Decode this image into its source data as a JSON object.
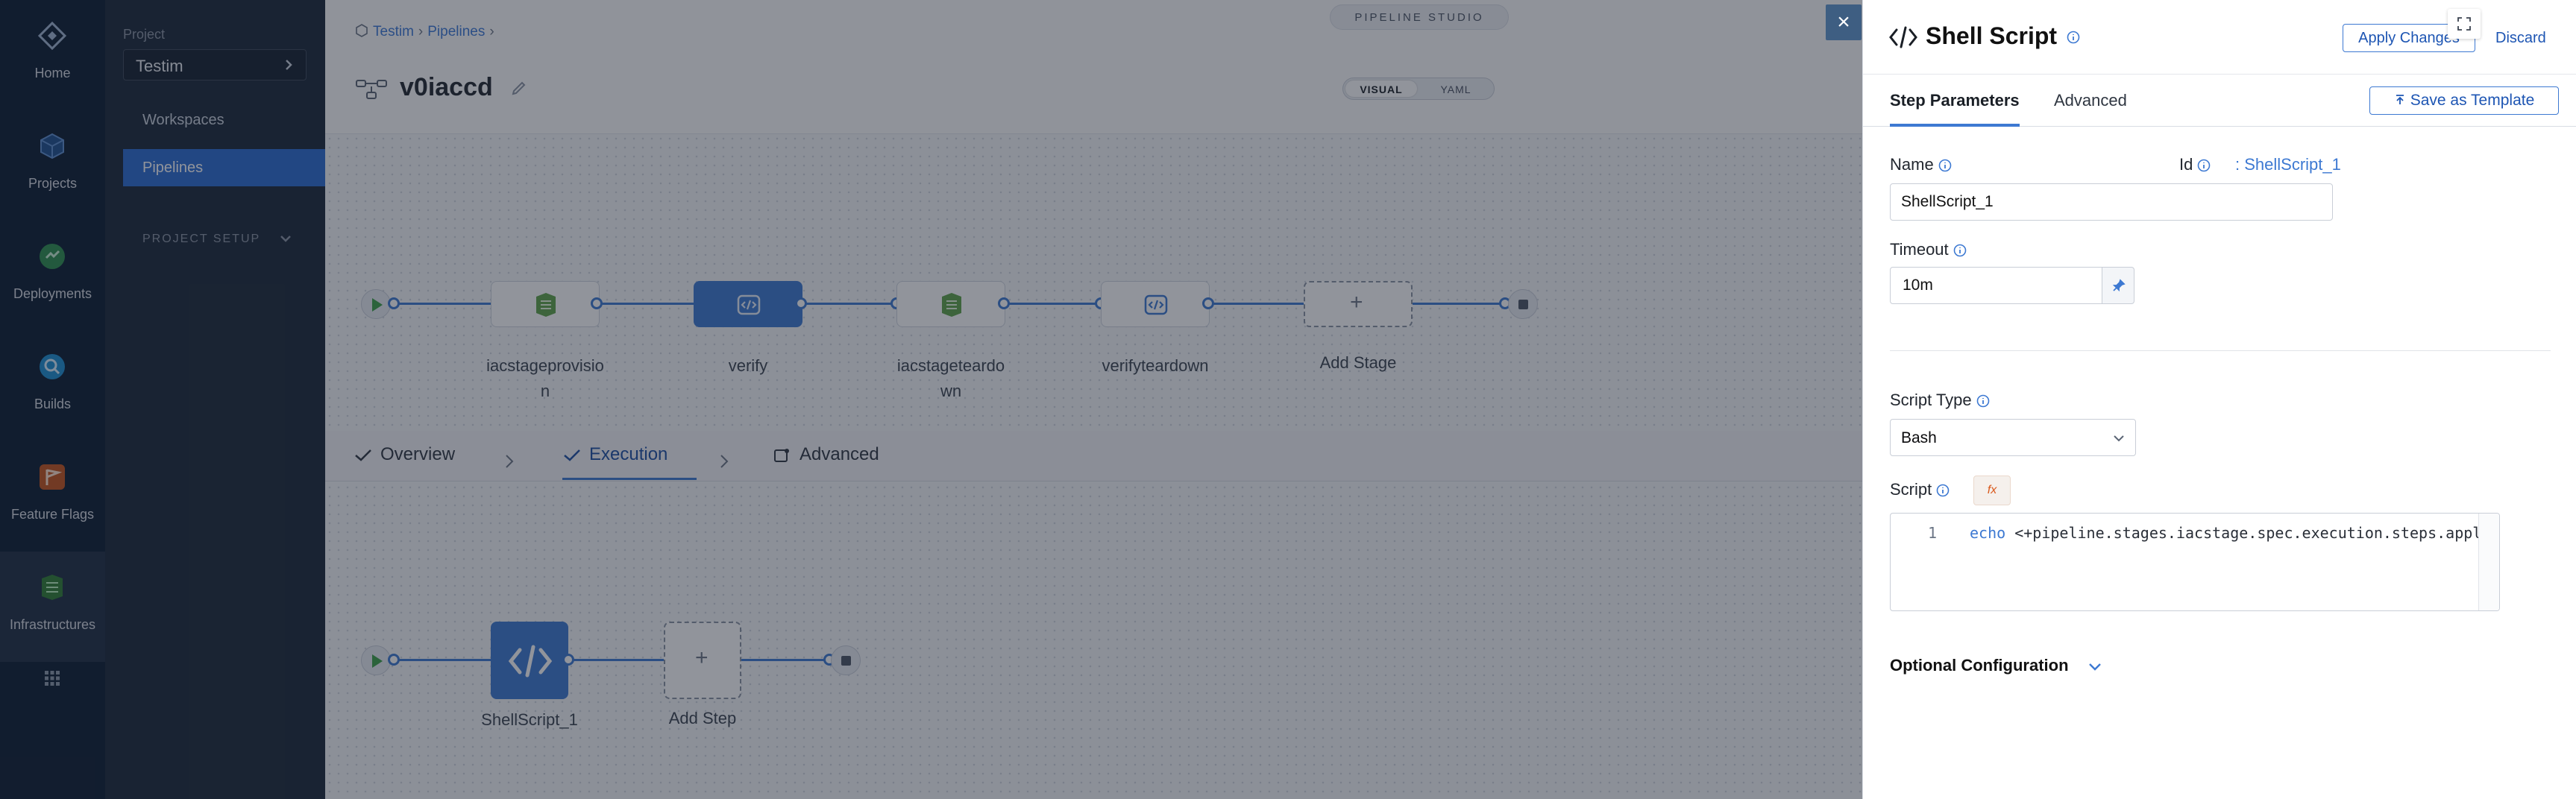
{
  "rail": {
    "items": [
      {
        "label": "Home",
        "icon": "harness-logo-icon"
      },
      {
        "label": "Projects",
        "icon": "cube-icon"
      },
      {
        "label": "Deployments",
        "icon": "deployments-icon"
      },
      {
        "label": "Builds",
        "icon": "builds-icon"
      },
      {
        "label": "Feature Flags",
        "icon": "flag-icon"
      },
      {
        "label": "Infrastructures",
        "icon": "infrastructure-icon"
      }
    ],
    "grid_icon": "apps-grid-icon"
  },
  "project_nav": {
    "project_label": "Project",
    "project_name": "Testim",
    "links": [
      "Workspaces",
      "Pipelines"
    ],
    "active_link": "Pipelines",
    "setup_label": "PROJECT SETUP"
  },
  "studio": {
    "breadcrumb": [
      "Testim",
      "Pipelines"
    ],
    "badge": "PIPELINE STUDIO",
    "pipeline_name": "v0iaccd",
    "view_toggle": {
      "visual": "VISUAL",
      "yaml": "YAML",
      "selected": "VISUAL"
    },
    "stages": [
      {
        "label_line1": "iacstageprovisio",
        "label_line2": "n",
        "type": "infrastructure"
      },
      {
        "label_line1": "verify",
        "label_line2": "",
        "type": "custom",
        "selected": true
      },
      {
        "label_line1": "iacstageteardo",
        "label_line2": "wn",
        "type": "infrastructure"
      },
      {
        "label_line1": "verifyteardown",
        "label_line2": "",
        "type": "custom"
      }
    ],
    "add_stage_label": "Add Stage",
    "tabs": [
      {
        "label": "Overview",
        "active": false
      },
      {
        "label": "Execution",
        "active": true
      },
      {
        "label": "Advanced",
        "active": false
      }
    ],
    "step_label": "ShellScript_1",
    "add_step_label": "Add Step"
  },
  "drawer": {
    "title": "Shell Script",
    "apply_label": "Apply Changes",
    "discard_label": "Discard",
    "tabs": [
      "Step Parameters",
      "Advanced"
    ],
    "active_tab": "Step Parameters",
    "save_template_label": "Save as Template",
    "name_label": "Name",
    "name_value": "ShellScript_1",
    "id_label": "Id",
    "id_value": ": ShellScript_1",
    "timeout_label": "Timeout",
    "timeout_value": "10m",
    "script_type_label": "Script Type",
    "script_type_value": "Bash",
    "script_label": "Script",
    "fx_label": "fx",
    "script_line_number": "1",
    "script_keyword": "echo",
    "script_rest": " <+pipeline.stages.iacstage.spec.execution.steps.appl",
    "optional_label": "Optional Configuration"
  },
  "colors": {
    "accent": "#3d79d2",
    "rail_bg": "#0b1b30",
    "nav_bg": "#1a2738",
    "nav_active": "#2b6bd1"
  }
}
